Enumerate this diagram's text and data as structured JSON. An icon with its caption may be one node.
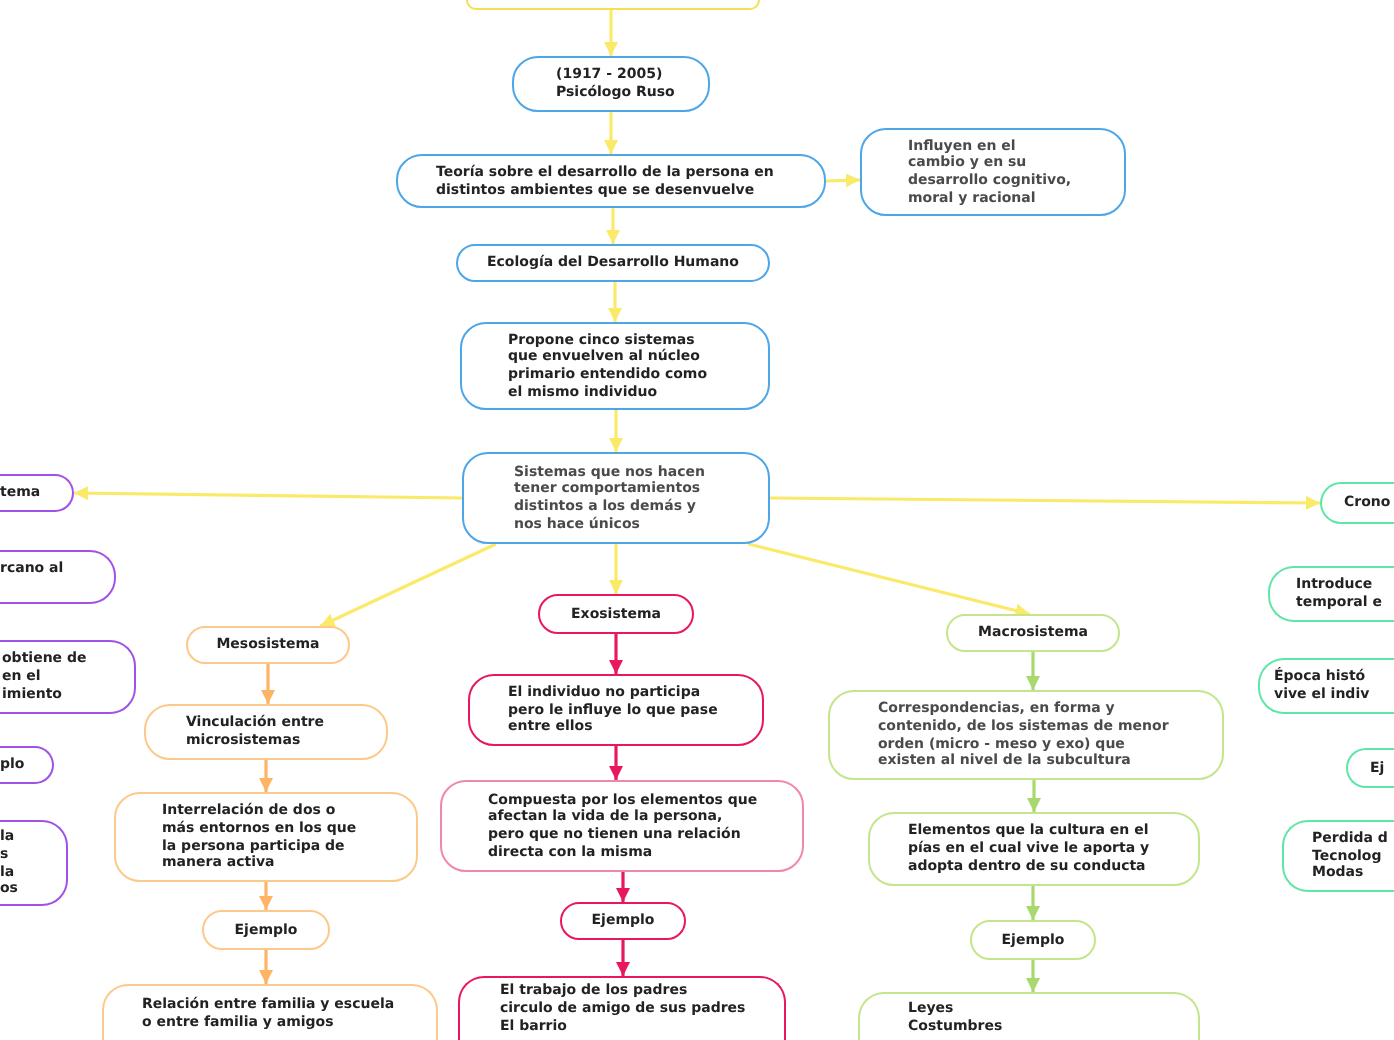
{
  "diagram": {
    "nodes": [
      {
        "text": [],
        "shape": "box"
      },
      {
        "text": [
          "(1917 - 2005)",
          "Psicólogo Ruso"
        ]
      },
      {
        "text": [
          "Teoría sobre el desarrollo de la persona en distintos ambientes que se desenvuelve"
        ]
      },
      {
        "text": [
          "Influyen en el cambio y en su desarrollo cognitivo, moral y racional"
        ]
      },
      {
        "text": [
          "Ecología del Desarrollo Humano"
        ]
      },
      {
        "text": [
          "Propone cinco sistemas que envuelven al núcleo primario entendido como el mismo individuo"
        ]
      },
      {
        "text": [
          "Sistemas que nos hacen tener comportamientos distintos a los demás y nos hace únicos"
        ]
      },
      {
        "text": [
          "tema"
        ]
      },
      {
        "text": [
          "rcano al"
        ]
      },
      {
        "text": [
          "obtiene de en el imiento"
        ]
      },
      {
        "text": [
          "plo"
        ]
      },
      {
        "text": [
          "la s la os"
        ]
      },
      {
        "text": [
          "Mesosistema"
        ]
      },
      {
        "text": [
          "Vinculación entre microsistemas"
        ]
      },
      {
        "text": [
          "Interrelación de dos o más entornos en los que la persona participa de manera activa"
        ]
      },
      {
        "text": [
          "Ejemplo"
        ]
      },
      {
        "text": [
          "Relación entre familia y escuela o entre familia y amigos"
        ]
      },
      {
        "text": [
          "Exosistema"
        ]
      },
      {
        "text": [
          "El individuo no participa pero le influye lo que pase entre ellos"
        ]
      },
      {
        "text": [
          "Compuesta por los elementos que afectan la vida de la persona, pero que no tienen una relación directa con la misma"
        ]
      },
      {
        "text": [
          "Ejemplo"
        ]
      },
      {
        "text": [
          "El trabajo de los padres",
          "circulo de amigo de sus padres",
          "El barrio"
        ]
      },
      {
        "text": [
          "Macrosistema"
        ]
      },
      {
        "text": [
          "Correspondencias, en forma y contenido, de los sistemas de menor orden (micro - meso y exo) que existen al nivel de la subcultura"
        ]
      },
      {
        "text": [
          "Elementos que la cultura en el pías en el cual vive le aporta y adopta dentro de su conducta"
        ]
      },
      {
        "text": [
          "Ejemplo"
        ]
      },
      {
        "text": [
          "Leyes",
          "Costumbres"
        ]
      },
      {
        "text": [
          "Crono"
        ]
      },
      {
        "text": [
          "Introduce temporal e"
        ]
      },
      {
        "text": [
          "Época histó vive el indiv"
        ]
      },
      {
        "text": [
          "Ej"
        ]
      },
      {
        "text": [
          "Perdida d",
          "Tecnolog",
          "Modas"
        ]
      }
    ],
    "edges": [
      {
        "from": 0,
        "to": 1,
        "arrow": "to"
      },
      {
        "from": 1,
        "to": 2,
        "arrow": "to"
      },
      {
        "from": 2,
        "to": 3,
        "arrow": "to"
      },
      {
        "from": 2,
        "to": 4,
        "arrow": "to"
      },
      {
        "from": 4,
        "to": 5,
        "arrow": "to"
      },
      {
        "from": 5,
        "to": 6,
        "arrow": "to"
      },
      {
        "from": 6,
        "to": 7,
        "arrow": "to"
      },
      {
        "from": 6,
        "to": 12,
        "arrow": "to"
      },
      {
        "from": 6,
        "to": 17,
        "arrow": "to"
      },
      {
        "from": 6,
        "to": 22,
        "arrow": "to"
      },
      {
        "from": 6,
        "to": 27,
        "arrow": "to"
      },
      {
        "from": 12,
        "to": 13,
        "arrow": "to",
        "color": "#fdb565"
      },
      {
        "from": 13,
        "to": 14,
        "arrow": "to",
        "color": "#fdb565"
      },
      {
        "from": 14,
        "to": 15,
        "arrow": "to",
        "color": "#fdb565"
      },
      {
        "from": 15,
        "to": 16,
        "arrow": "to",
        "color": "#fdb565"
      },
      {
        "from": 17,
        "to": 18,
        "arrow": "to",
        "color": "#e8185e"
      },
      {
        "from": 18,
        "to": 19,
        "arrow": "to",
        "color": "#e8185e"
      },
      {
        "from": 19,
        "to": 20,
        "arrow": "to",
        "color": "#e8185e"
      },
      {
        "from": 20,
        "to": 21,
        "arrow": "to",
        "color": "#e8185e"
      },
      {
        "from": 22,
        "to": 23,
        "arrow": "to",
        "color": "#a9d86e"
      },
      {
        "from": 23,
        "to": 24,
        "arrow": "to",
        "color": "#a9d86e"
      },
      {
        "from": 24,
        "to": 25,
        "arrow": "to",
        "color": "#a9d86e"
      },
      {
        "from": 25,
        "to": 26,
        "arrow": "to",
        "color": "#a9d86e"
      }
    ]
  }
}
